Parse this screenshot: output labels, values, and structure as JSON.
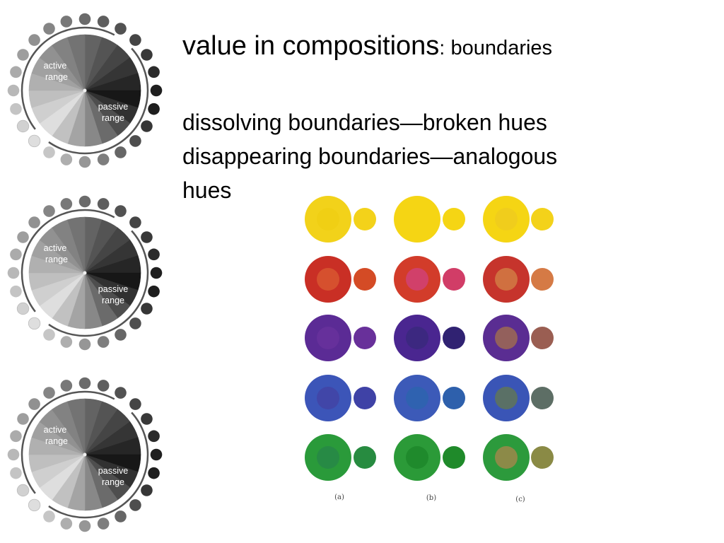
{
  "title": {
    "main": "value in compositions",
    "colon": ":",
    "sub": "boundaries"
  },
  "subtitles": [
    "dissolving boundaries—broken hues",
    "disappearing boundaries—analogous",
    "hues"
  ],
  "wheel": {
    "active_label_1": "active",
    "active_label_2": "range",
    "passive_label_1": "passive",
    "passive_label_2": "range"
  },
  "column_labels": [
    "(a)",
    "(b)",
    "(c)"
  ],
  "swatches": [
    {
      "row": "yellow",
      "cells": [
        {
          "outer": "#f2d21a",
          "inner": "#f0cf14",
          "small": "#f3d21a"
        },
        {
          "outer": "#f5d514",
          "inner": "#f5d514",
          "small": "#f5d514"
        },
        {
          "outer": "#f5d514",
          "inner": "#f0cd1c",
          "small": "#f3d21a"
        }
      ]
    },
    {
      "row": "red",
      "cells": [
        {
          "outer": "#c92f25",
          "inner": "#d6502e",
          "small": "#d44b25"
        },
        {
          "outer": "#d23c2a",
          "inner": "#d1406a",
          "small": "#d13d67"
        },
        {
          "outer": "#c6342c",
          "inner": "#d07040",
          "small": "#d57a45"
        }
      ]
    },
    {
      "row": "violet",
      "cells": [
        {
          "outer": "#5b2b95",
          "inner": "#66309b",
          "small": "#68309a"
        },
        {
          "outer": "#4a2690",
          "inner": "#3c2880",
          "small": "#302272"
        },
        {
          "outer": "#5a2d92",
          "inner": "#93605c",
          "small": "#9a5e52"
        }
      ]
    },
    {
      "row": "blue",
      "cells": [
        {
          "outer": "#3c55b8",
          "inner": "#4146a8",
          "small": "#3f42a6"
        },
        {
          "outer": "#3c5ab8",
          "inner": "#2f62b0",
          "small": "#2e60ac"
        },
        {
          "outer": "#3a55b6",
          "inner": "#5a7066",
          "small": "#5d6e65"
        }
      ]
    },
    {
      "row": "green",
      "cells": [
        {
          "outer": "#2a9a3a",
          "inner": "#278a45",
          "small": "#278b40"
        },
        {
          "outer": "#2b9a38",
          "inner": "#1f8a2c",
          "small": "#1f8a2a"
        },
        {
          "outer": "#2c9a3c",
          "inner": "#8c8a48",
          "small": "#8a8a45"
        }
      ]
    }
  ]
}
